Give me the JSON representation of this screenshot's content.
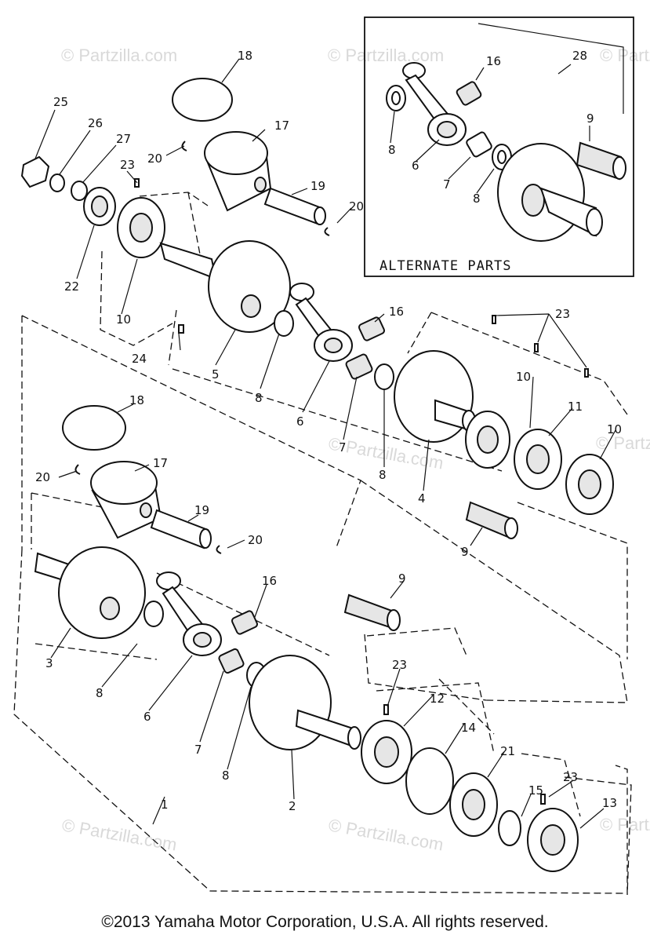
{
  "watermark": "© Partzilla.com",
  "alternate_parts_label": "ALTERNATE PARTS",
  "copyright": "©2013 Yamaha Motor Corporation, U.S.A. All rights reserved.",
  "callouts": {
    "c1": "1",
    "c2": "2",
    "c3": "3",
    "c4": "4",
    "c5": "5",
    "c6a": "6",
    "c6b": "6",
    "c6c": "6",
    "c7a": "7",
    "c7b": "7",
    "c7c": "7",
    "c8a": "8",
    "c8b": "8",
    "c8c": "8",
    "c8d": "8",
    "c8e": "8",
    "c8f": "8",
    "c9a": "9",
    "c9b": "9",
    "c9c": "9",
    "c10a": "10",
    "c10b": "10",
    "c10c": "10",
    "c11": "11",
    "c12": "12",
    "c13": "13",
    "c14": "14",
    "c15": "15",
    "c16a": "16",
    "c16b": "16",
    "c16c": "16",
    "c17a": "17",
    "c17b": "17",
    "c18a": "18",
    "c18b": "18",
    "c19a": "19",
    "c19b": "19",
    "c20a": "20",
    "c20b": "20",
    "c20c": "20",
    "c20d": "20",
    "c21": "21",
    "c22": "22",
    "c23a": "23",
    "c23b": "23",
    "c23c": "23",
    "c23d": "23",
    "c24": "24",
    "c25": "25",
    "c26": "26",
    "c27": "27",
    "c28": "28"
  },
  "icons": [
    "piston-ring",
    "piston",
    "wrist-pin",
    "clip",
    "bearing",
    "connecting-rod",
    "crank-wheel",
    "oil-seal",
    "nut",
    "washer",
    "key",
    "crankshaft-pin"
  ]
}
